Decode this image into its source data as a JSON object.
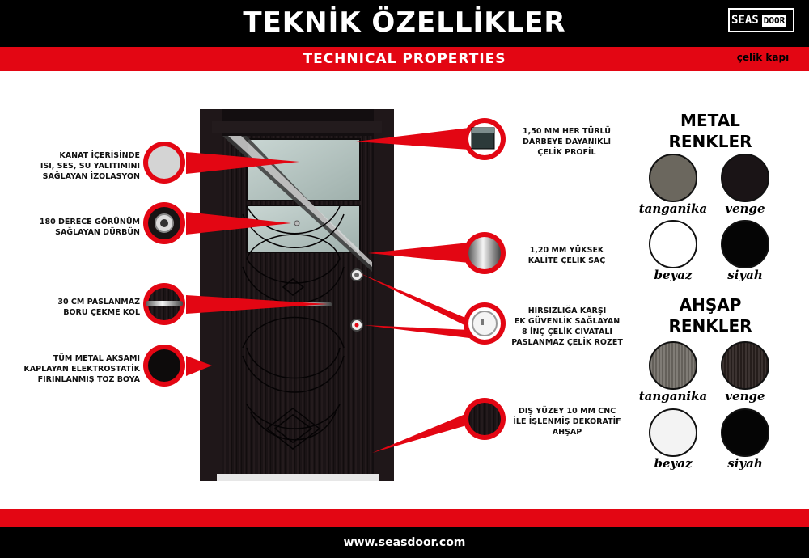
{
  "header": {
    "title": "TEKNİK ÖZELLİKLER",
    "subtitle": "TECHNICAL PROPERTIES",
    "logo_left": "SEAS",
    "logo_right": "DOOR",
    "logo_sub": "çelik kapı"
  },
  "features_left": [
    {
      "text": "KANAT İÇERİSİNDE\nISI, SES, SU YALITIMINI\nSAĞLAYAN İZOLASYON"
    },
    {
      "text": "180 DERECE GÖRÜNÜM\nSAĞLAYAN DÜRBÜN"
    },
    {
      "text": "30 CM PASLANMAZ\nBORU ÇEKME KOL"
    },
    {
      "text": "TÜM METAL AKSAMI\nKAPLAYAN ELEKTROSTATİK\nFIRINLANMIŞ TOZ BOYA"
    }
  ],
  "features_right": [
    {
      "text": "1,50 MM HER TÜRLÜ\nDARBEYE DAYANIKLI\nÇELİK PROFİL"
    },
    {
      "text": "1,20 MM YÜKSEK\nKALİTE ÇELİK SAÇ"
    },
    {
      "text": "HIRSIZLIĞA KARŞI\nEK GÜVENLİK SAĞLAYAN\n8 İNÇ ÇELİK CIVATALI\nPASLANMAZ ÇELİK ROZET"
    },
    {
      "text": "DIŞ YÜZEY 10 MM CNC\nİLE İŞLENMİŞ DEKORATİF\nAHŞAP"
    }
  ],
  "metal": {
    "title_line1": "METAL",
    "title_line2": "RENKLER",
    "swatches": [
      {
        "label": "tanganika",
        "color": "#6b675e"
      },
      {
        "label": "venge",
        "color": "#1a1416"
      },
      {
        "label": "beyaz",
        "color": "#ffffff"
      },
      {
        "label": "siyah",
        "color": "#050505"
      }
    ]
  },
  "wood": {
    "title_line1": "AHŞAP",
    "title_line2": "RENKLER",
    "swatches": [
      {
        "label": "tanganika",
        "color": "#75716a"
      },
      {
        "label": "venge",
        "color": "#2b2220"
      },
      {
        "label": "beyaz",
        "color": "#f3f3f3"
      },
      {
        "label": "siyah",
        "color": "#050505"
      }
    ]
  },
  "footer": {
    "url": "www.seasdoor.com"
  },
  "colors": {
    "accent_red": "#e30613",
    "door_dark": "#1b1416"
  }
}
